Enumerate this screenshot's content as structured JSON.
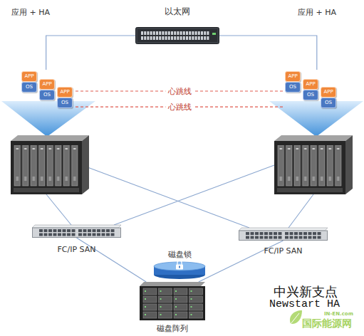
{
  "diagram": {
    "nodes": [
      {
        "text": [
          "应用 + HA"
        ]
      },
      {
        "text": [
          "APP"
        ],
        "in": 0
      },
      {
        "text": [
          "OS"
        ],
        "in": 0
      },
      {
        "text": [
          "APP"
        ],
        "in": 0
      },
      {
        "text": [
          "OS"
        ],
        "in": 0
      },
      {
        "text": [
          "APP"
        ],
        "in": 0
      },
      {
        "text": [
          "OS"
        ],
        "in": 0
      },
      {
        "text": [
          "以太网"
        ]
      },
      {
        "text": [
          "应用 + HA"
        ]
      },
      {
        "text": [
          "APP"
        ],
        "in": 8
      },
      {
        "text": [
          "OS"
        ],
        "in": 8
      },
      {
        "text": [
          "APP"
        ],
        "in": 8
      },
      {
        "text": [
          "OS"
        ],
        "in": 8
      },
      {
        "text": [
          "APP"
        ],
        "in": 8
      },
      {
        "text": [
          "OS"
        ],
        "in": 8
      },
      {
        "text": [
          "FC/IP SAN"
        ]
      },
      {
        "text": [
          "FC/IP SAN"
        ]
      },
      {
        "text": [
          "磁盘锁"
        ]
      },
      {
        "text": [
          "磁盘阵列"
        ]
      }
    ],
    "edges": [
      {
        "from": 7,
        "to": 0,
        "arrow": "none"
      },
      {
        "from": 7,
        "to": 8,
        "arrow": "none"
      },
      {
        "from": 0,
        "to": 8,
        "label": "心跳线",
        "arrow": "none"
      },
      {
        "from": 0,
        "to": 8,
        "label": "心跳线",
        "arrow": "none"
      },
      {
        "from": 15,
        "to": 18,
        "arrow": "none"
      },
      {
        "from": 16,
        "to": 18,
        "arrow": "none"
      }
    ],
    "labels": [
      "中兴新支点",
      "Newstart HA",
      "IN-EN.com",
      "国际能源网"
    ]
  }
}
